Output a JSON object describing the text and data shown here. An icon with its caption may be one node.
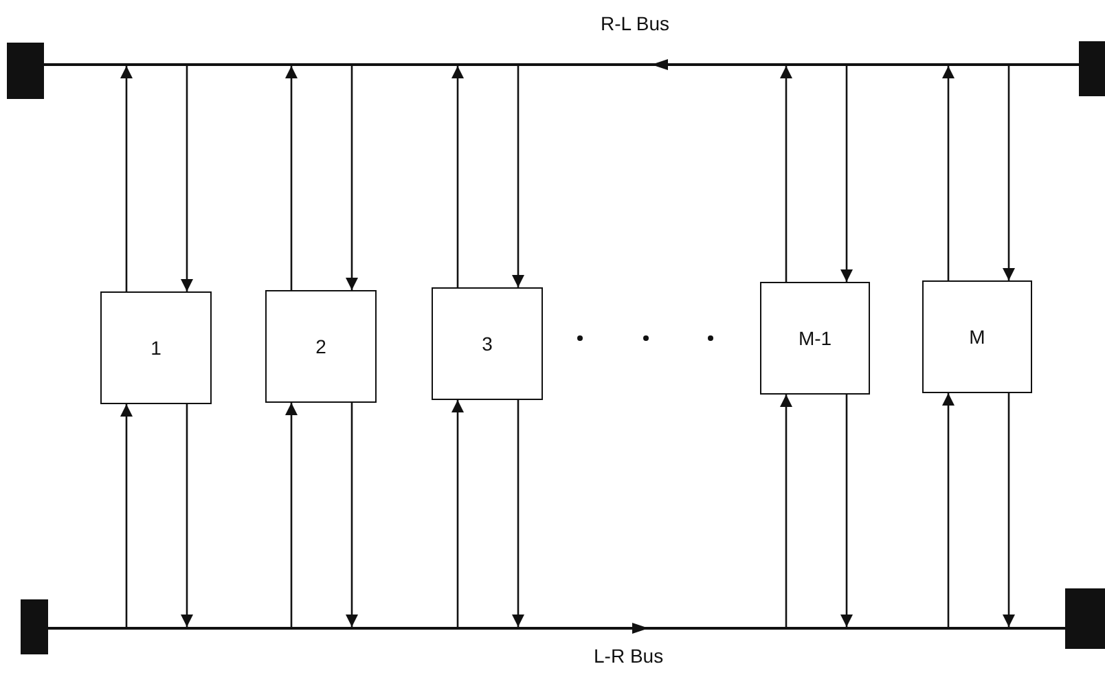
{
  "diagram": {
    "nodes": [
      {
        "text": [],
        "shape": "bar"
      },
      {
        "text": [
          "1"
        ]
      },
      {
        "text": [
          "2"
        ]
      },
      {
        "text": [
          "3"
        ]
      },
      {
        "text": [
          "M-1"
        ]
      },
      {
        "text": [
          "M"
        ]
      },
      {
        "text": [],
        "shape": "bar"
      }
    ],
    "edges": [
      {
        "from": 1,
        "to": 0,
        "arrow": "to"
      },
      {
        "from": 0,
        "to": 1,
        "arrow": "to"
      },
      {
        "from": 2,
        "to": 0,
        "arrow": "to"
      },
      {
        "from": 0,
        "to": 2,
        "arrow": "to"
      },
      {
        "from": 3,
        "to": 0,
        "arrow": "to"
      },
      {
        "from": 0,
        "to": 3,
        "arrow": "to"
      },
      {
        "from": 4,
        "to": 0,
        "arrow": "to"
      },
      {
        "from": 0,
        "to": 4,
        "arrow": "to"
      },
      {
        "from": 5,
        "to": 0,
        "arrow": "to"
      },
      {
        "from": 0,
        "to": 5,
        "arrow": "to"
      },
      {
        "from": 6,
        "to": 1,
        "arrow": "to"
      },
      {
        "from": 1,
        "to": 6,
        "arrow": "to"
      },
      {
        "from": 6,
        "to": 2,
        "arrow": "to"
      },
      {
        "from": 2,
        "to": 6,
        "arrow": "to"
      },
      {
        "from": 6,
        "to": 3,
        "arrow": "to"
      },
      {
        "from": 3,
        "to": 6,
        "arrow": "to"
      },
      {
        "from": 6,
        "to": 4,
        "arrow": "to"
      },
      {
        "from": 4,
        "to": 6,
        "arrow": "to"
      },
      {
        "from": 6,
        "to": 5,
        "arrow": "to"
      },
      {
        "from": 5,
        "to": 6,
        "arrow": "to"
      }
    ],
    "labels": [
      "R-L Bus",
      "L-R Bus"
    ]
  }
}
